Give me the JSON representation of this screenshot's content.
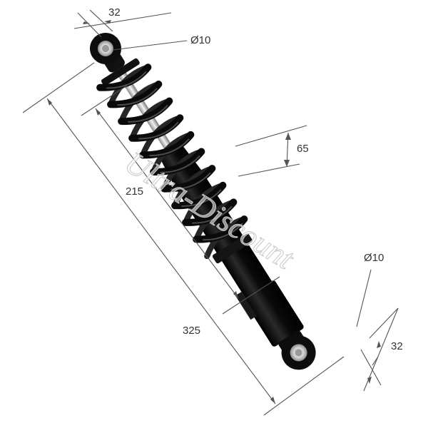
{
  "dimensions": {
    "top_eye_width": "32",
    "top_eye_diameter": "Ø10",
    "spring_outer_diameter": "65",
    "spring_length": "215",
    "overall_length": "325",
    "bottom_eye_diameter": "Ø10",
    "bottom_eye_width": "32"
  },
  "watermark": "Ultra-Discount",
  "colors": {
    "background": "#ffffff",
    "shock_body": "#0d0d0d",
    "spring": "#111111",
    "rod": "#c9c9c9",
    "dimension_line": "#555555"
  }
}
